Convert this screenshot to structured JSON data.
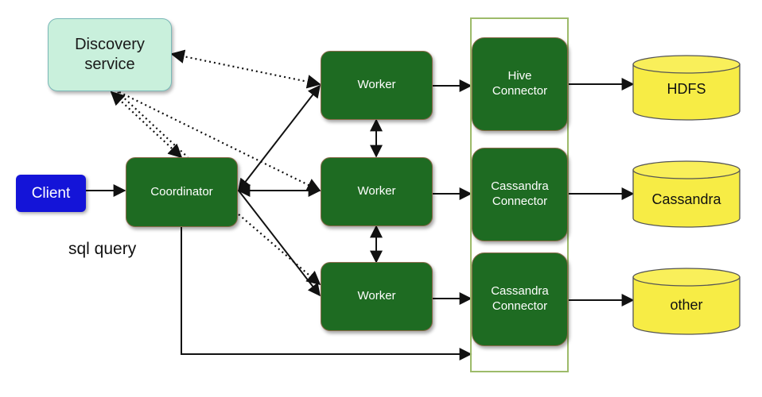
{
  "nodes": {
    "discovery": "Discovery service",
    "client": "Client",
    "coordinator": "Coordinator",
    "worker_top": "Worker",
    "worker_middle": "Worker",
    "worker_bottom": "Worker",
    "connector_top": [
      "Hive",
      "Connector"
    ],
    "connector_middle": [
      "Cassandra",
      "Connector"
    ],
    "connector_bottom": [
      "Cassandra",
      "Connector"
    ]
  },
  "stores": {
    "top": "HDFS",
    "middle": "Cassandra",
    "bottom": "other"
  },
  "labels": {
    "sql_query": "sql query"
  },
  "colors": {
    "worker": "#1e6b22",
    "client": "#1414d8",
    "discovery": "#c9f0dc",
    "store": "#f7ec45",
    "connector_frame": "#9dbb6a"
  }
}
